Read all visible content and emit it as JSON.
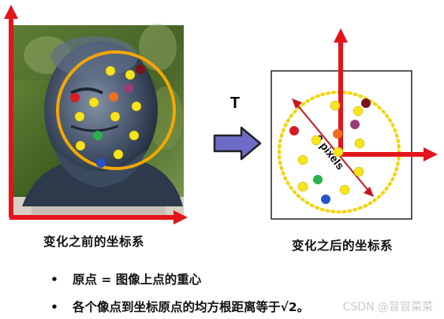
{
  "transform_label": "T",
  "distance_label": "2 pixels",
  "caption_before": "变化之前的坐标系",
  "caption_after": "变化之后的坐标系",
  "bullets": [
    "原点 = 图像上点的重心",
    "各个像点到坐标原点的均方根距离等于√2。"
  ],
  "watermark": "CSDN @冒冒菜菜",
  "colors": {
    "axis_red": "#e3151b",
    "circle_orange": "#f5a700",
    "circle_dotted": "#f2d400",
    "arrow_fill": "#6c6cc8",
    "point_yellow": "#f7e41b",
    "point_red": "#d81c24",
    "point_darkred": "#7a1418",
    "point_orange": "#ef6e1e",
    "point_purple": "#9a3c7a",
    "point_green": "#27b24a",
    "point_blue": "#2653c9"
  },
  "icons": {
    "transform_arrow": "thick-right-arrow-icon",
    "bullet": "bullet-dot-icon"
  }
}
